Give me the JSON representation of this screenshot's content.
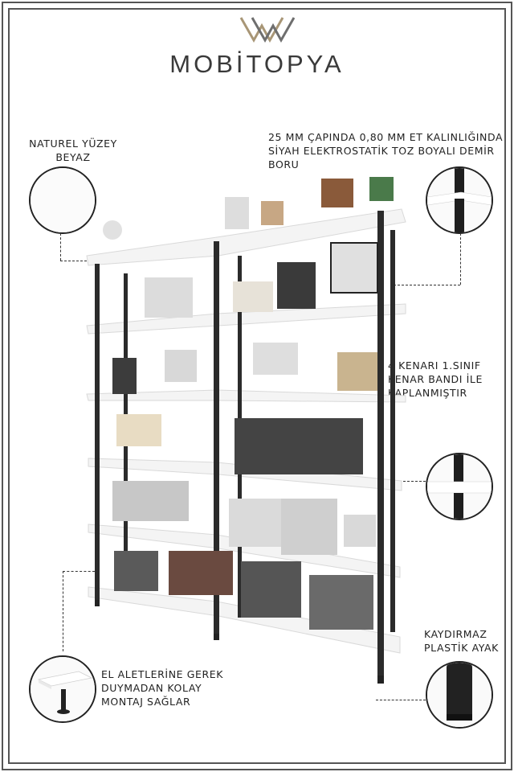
{
  "brand": {
    "name": "MOBİTOPYA",
    "logo_icon": "brand-monogram-logo",
    "accent_color": "#a89676"
  },
  "callouts": {
    "surface": {
      "lines": [
        "NATUREL YÜZEY",
        "BEYAZ"
      ],
      "swatch_color": "#ffffff"
    },
    "pipe": {
      "lines": [
        "25 MM ÇAPINDA 0,80 MM ET KALINLIĞINDA",
        "SİYAH ELEKTROSTATİK TOZ BOYALI DEMİR BORU"
      ]
    },
    "edge_band": {
      "lines": [
        "4 KENARI 1.SINIF",
        "KENAR BANDI İLE",
        "KAPLANMIŞTIR"
      ]
    },
    "foot": {
      "lines": [
        "KAYDIRMAZ",
        "PLASTİK AYAK"
      ]
    },
    "assembly": {
      "lines": [
        "EL ALETLERİNE GEREK",
        "DUYMADAN KOLAY",
        "MONTAJ SAĞLAR"
      ]
    }
  },
  "colors": {
    "metal": "#2b2b2b",
    "shelf": "#f4f4f4",
    "frame": "#555555"
  }
}
